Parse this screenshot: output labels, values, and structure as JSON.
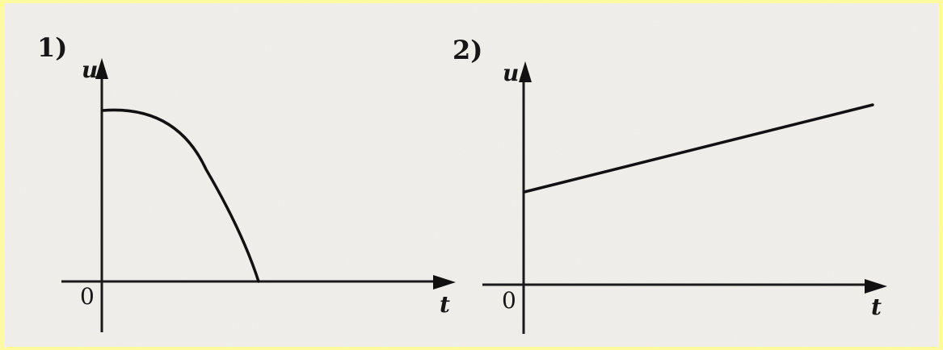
{
  "panels": [
    {
      "label": "1)",
      "y_axis_label": "u",
      "x_axis_label": "t",
      "origin_label": "0",
      "curve": "quarter-ellipse decreasing from a maximum to zero"
    },
    {
      "label": "2)",
      "y_axis_label": "u",
      "x_axis_label": "t",
      "origin_label": "0",
      "curve": "straight line increasing from a positive intercept"
    }
  ]
}
